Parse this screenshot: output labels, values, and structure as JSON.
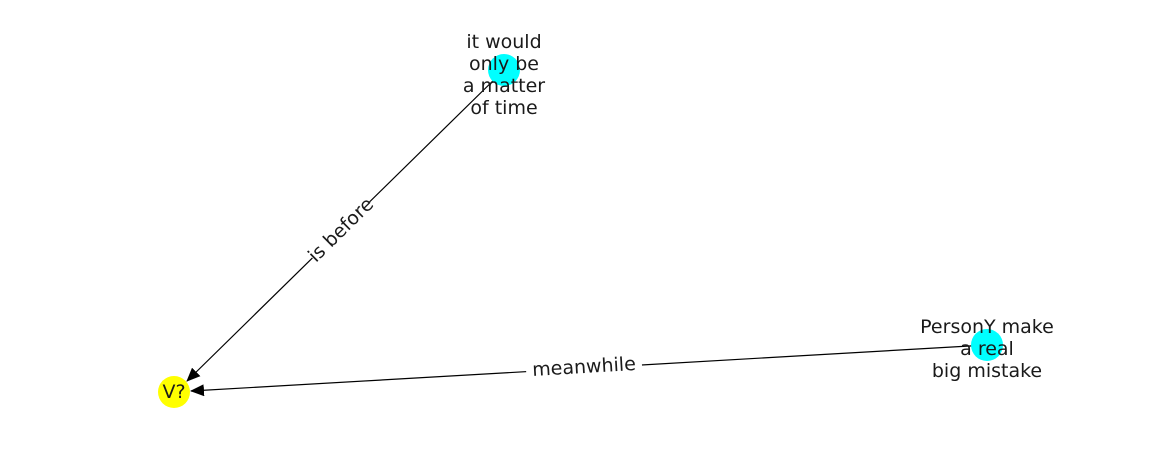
{
  "nodes": {
    "time": {
      "lines": [
        "it would",
        "only be",
        "a matter",
        "of time"
      ],
      "color": "#00ffff"
    },
    "mistake": {
      "lines": [
        "PersonY make",
        "a real",
        "big mistake"
      ],
      "color": "#00ffff"
    },
    "query": {
      "label": "V?",
      "color": "#ffff00"
    }
  },
  "edges": {
    "time_to_query": {
      "label": "is before"
    },
    "mistake_to_query": {
      "label": "meanwhile"
    }
  }
}
